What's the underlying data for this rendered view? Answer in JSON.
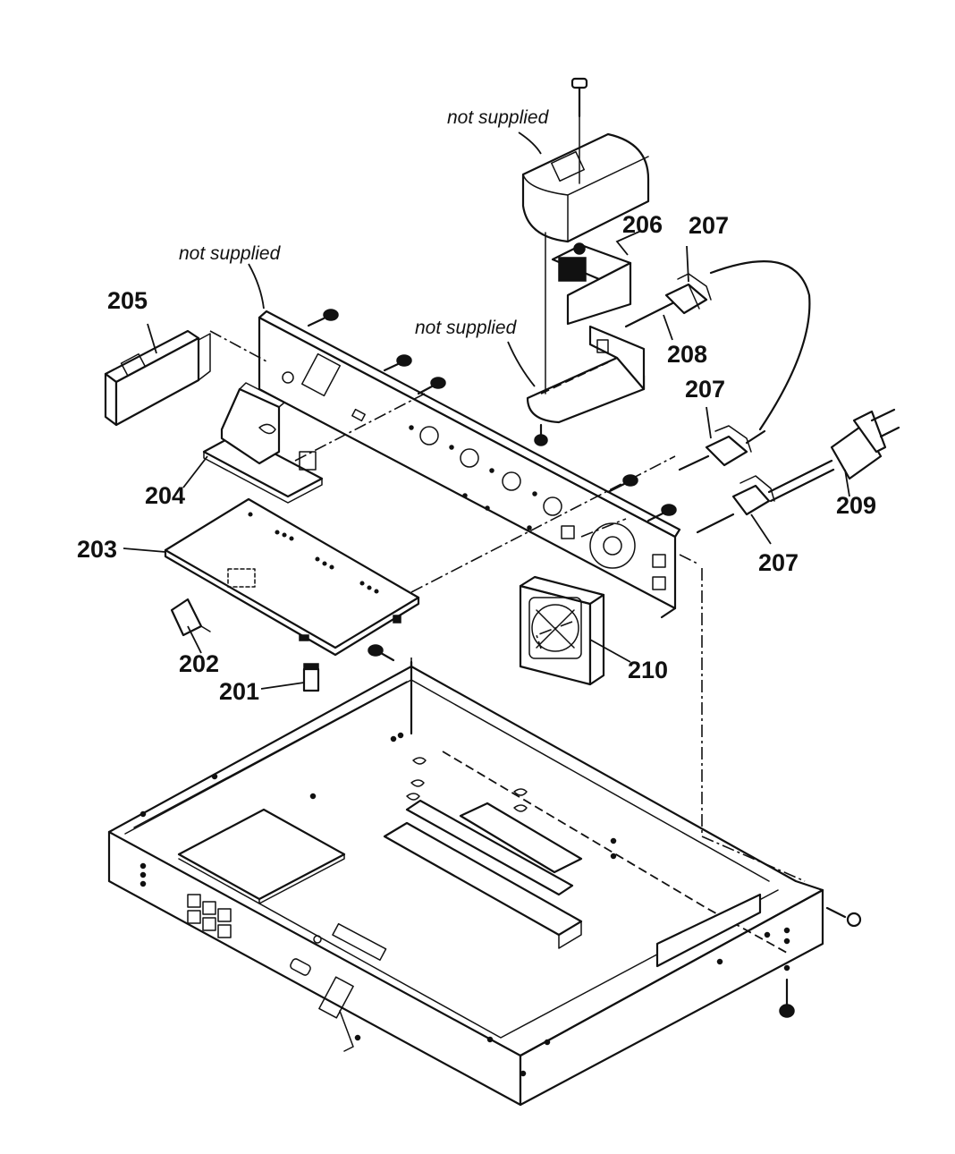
{
  "notes": {
    "not_supplied_top": "not supplied",
    "not_supplied_left": "not supplied",
    "not_supplied_bracket": "not supplied"
  },
  "callouts": {
    "p201": "201",
    "p202": "202",
    "p203": "203",
    "p204": "204",
    "p205": "205",
    "p206": "206",
    "p207a": "207",
    "p207b": "207",
    "p207c": "207",
    "p208": "208",
    "p209": "209",
    "p210": "210"
  }
}
